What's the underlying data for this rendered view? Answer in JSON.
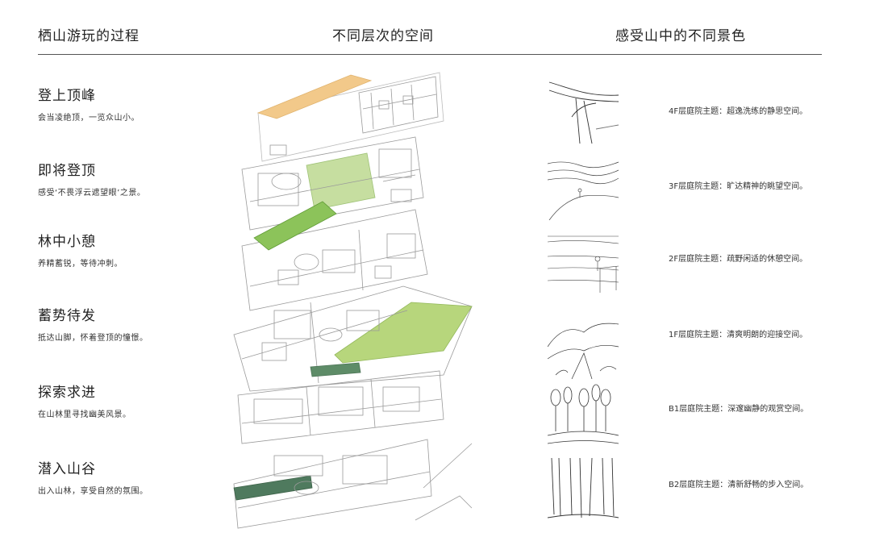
{
  "headers": {
    "left": "栖山游玩的过程",
    "middle": "不同层次的空间",
    "right": "感受山中的不同景色"
  },
  "stages": [
    {
      "title": "登上顶峰",
      "desc": "会当凌绝顶，一览众山小。",
      "theme": "4F层庭院主题：超逸洗练的静思空间。",
      "sketch_icon": "road-junction-sketch"
    },
    {
      "title": "即将登顶",
      "desc": "感受‘不畏浮云遮望眼’之景。",
      "theme": "3F层庭院主题：旷达精神的眺望空间。",
      "sketch_icon": "clouds-overlook-sketch"
    },
    {
      "title": "林中小憩",
      "desc": "养精蓄锐，等待冲刺。",
      "theme": "2F层庭院主题：疏野闲适的休憩空间。",
      "sketch_icon": "lakeside-rest-sketch"
    },
    {
      "title": "蓄势待发",
      "desc": "抵达山脚，怀着登顶的憧憬。",
      "theme": "1F层庭院主题：清爽明朗的迎接空间。",
      "sketch_icon": "mountain-path-sketch"
    },
    {
      "title": "探索求进",
      "desc": "在山林里寻找幽美风景。",
      "theme": "B1层庭院主题：深邃幽静的观赏空间。",
      "sketch_icon": "forest-trees-sketch"
    },
    {
      "title": "潜入山谷",
      "desc": "出入山林，享受自然的氛围。",
      "theme": "B2层庭院主题：清新舒畅的步入空间。",
      "sketch_icon": "bamboo-grove-sketch"
    }
  ],
  "colors": {
    "floor_4f_courtyard": "#f2c98a",
    "floor_3f_courtyard": "#c6dea0",
    "floor_2f_courtyard": "#8cc35a",
    "floor_1f_courtyard": "#b7d67c",
    "floor_b1_courtyard": "#5e8c68",
    "floor_b2_courtyard": "#4f7a5e",
    "plan_lines": "#9a9a9a"
  }
}
